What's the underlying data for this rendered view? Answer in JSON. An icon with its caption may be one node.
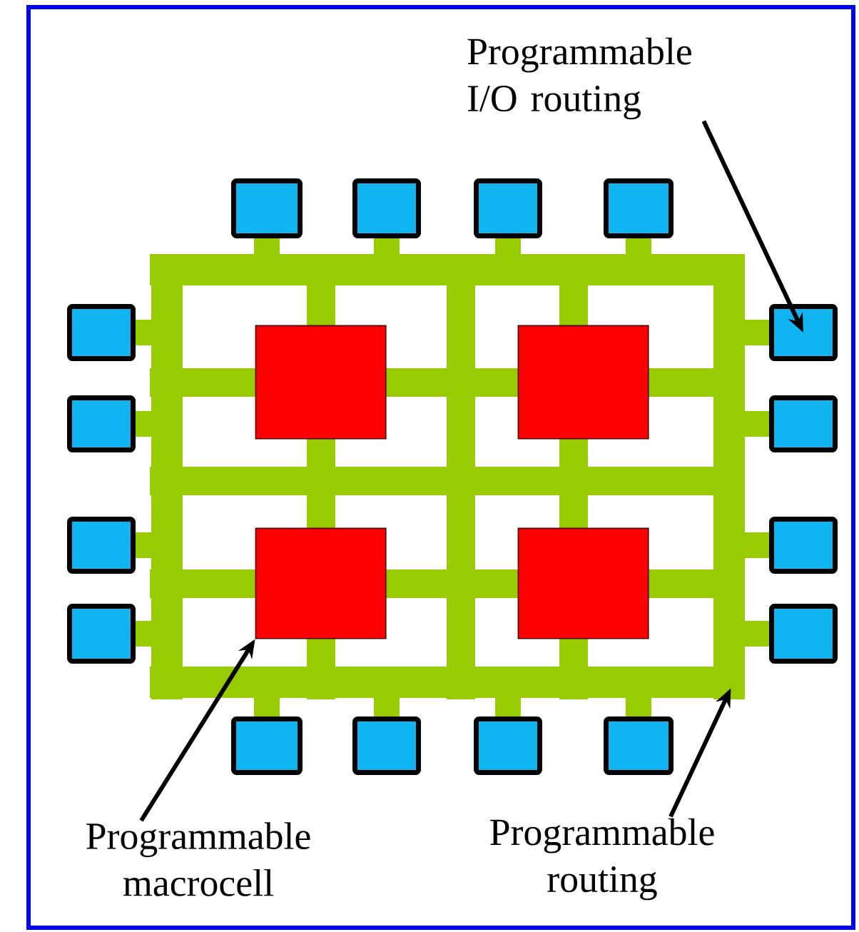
{
  "diagram": {
    "nodes": [
      {
        "text": [
          "Programmable I/O routing"
        ]
      },
      {
        "text": [],
        "shape": "picture"
      },
      {
        "text": [],
        "shape": "box"
      },
      {
        "text": [],
        "shape": "box"
      },
      {
        "text": [],
        "shape": "box"
      },
      {
        "text": [],
        "shape": "box"
      },
      {
        "text": [],
        "shape": "box"
      },
      {
        "text": [],
        "shape": "box"
      },
      {
        "text": [],
        "shape": "box"
      },
      {
        "text": [],
        "shape": "box"
      },
      {
        "text": [],
        "shape": "box"
      },
      {
        "text": [],
        "shape": "box"
      },
      {
        "text": [],
        "shape": "box"
      },
      {
        "text": [],
        "shape": "box"
      },
      {
        "text": [],
        "shape": "box",
        "in": 1
      },
      {
        "text": [],
        "shape": "box",
        "in": 1
      },
      {
        "text": [],
        "shape": "box",
        "in": 1
      },
      {
        "text": [],
        "shape": "box",
        "in": 1
      },
      {
        "text": [],
        "shape": "box"
      },
      {
        "text": [],
        "shape": "box"
      },
      {
        "text": [],
        "shape": "box"
      },
      {
        "text": [],
        "shape": "box"
      },
      {
        "text": [
          "Programmable macrocell"
        ]
      },
      {
        "text": [
          "Programmable routing"
        ]
      }
    ],
    "edges": [
      {
        "from": 0,
        "to": 10,
        "arrow": "to"
      },
      {
        "from": 22,
        "to": 16,
        "arrow": "to"
      },
      {
        "from": 23,
        "to": 1,
        "arrow": "to"
      }
    ]
  }
}
